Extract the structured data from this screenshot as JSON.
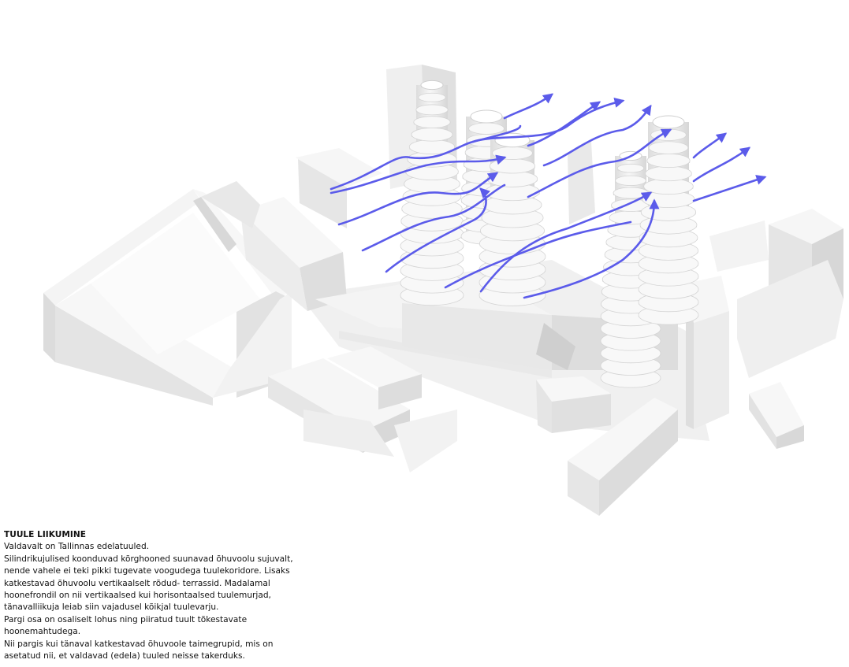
{
  "caption": {
    "title": "TUULE LIIKUMINE",
    "lines": [
      "Valdavalt on Tallinnas edelatuuled.",
      "Silindrikujulised koonduvad kõrghooned suunavad õhuvoolu sujuvalt,",
      "nende vahele ei teki pikki tugevate voogudega tuulekoridore. Lisaks",
      "katkestavad õhuvoolu vertikaalselt rõdud- terrassid. Madalamal",
      "hoonefrondil on nii vertikaalsed kui horisontaalsed tuulemurjad,",
      "tänavalliikuja leiab siin vajadusel kõikjal tuulevarju.",
      "Pargi osa on osaliselt lohus ning piiratud tuult tõkestavate",
      "hoonemahtudega.",
      "Nii pargis kui tänaval katkestavad õhuvoole taimegrupid, mis on",
      "asetatud nii, et valdavad (edela) tuuled neisse takerduks."
    ]
  },
  "colors": {
    "wind_arrow": "#5b5bea",
    "building_light": "#f6f6f6",
    "building_mid": "#e7e7e7",
    "building_shadow": "#d2d2d2",
    "ground": "#eeeeee"
  },
  "icons": {
    "wind_arrow": "wind-flow-arrow-icon"
  }
}
